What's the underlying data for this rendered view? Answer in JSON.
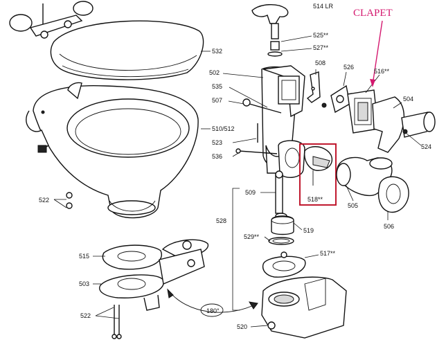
{
  "annotation": {
    "text": "CLAPET",
    "color": "#d4186f"
  },
  "labels": {
    "l514": "514 LR",
    "l525": "525**",
    "l527": "527**",
    "l532": "532",
    "l502": "502",
    "l508": "508",
    "l526": "526",
    "l516": "516**",
    "l535": "535",
    "l504": "504",
    "l507": "507",
    "l510": "510/512",
    "l523": "523",
    "l536": "536",
    "l524": "524",
    "l509": "509",
    "l518": "518**",
    "l505": "505",
    "l506": "506",
    "l522a": "522",
    "l528": "528",
    "l519": "519",
    "l529": "529**",
    "l517": "517**",
    "l515": "515",
    "l503": "503",
    "l180": "180°",
    "l522b": "522",
    "l520": "520"
  },
  "highlight": {
    "color": "#c0182e"
  }
}
